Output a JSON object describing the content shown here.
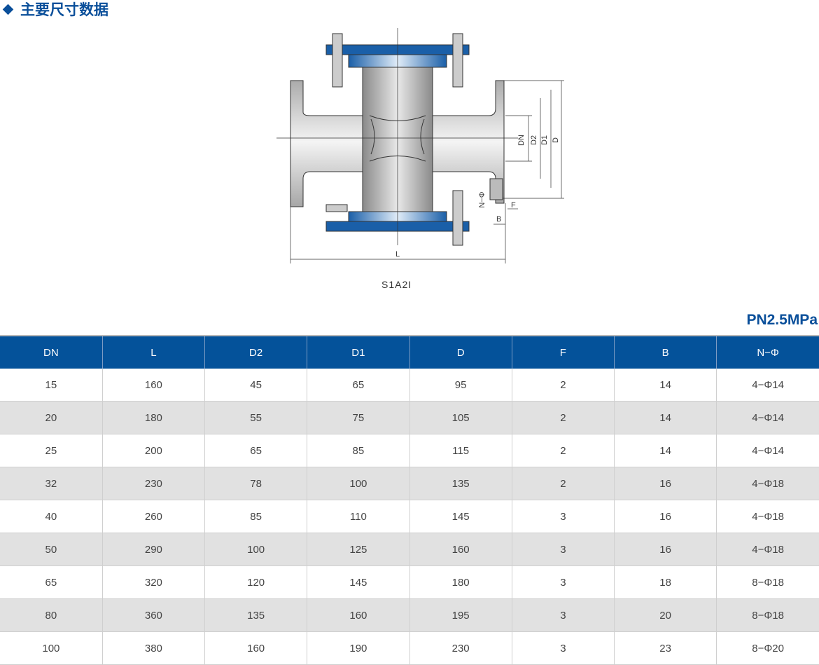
{
  "header": {
    "title": "主要尺寸数据"
  },
  "drawing": {
    "caption": "S1A2I",
    "labels": {
      "dn": "DN",
      "d2": "D2",
      "d1": "D1",
      "d": "D",
      "n_phi": "N−Φ",
      "f": "F",
      "b": "B",
      "l": "L"
    }
  },
  "pressure": "PN2.5MPa",
  "table": {
    "columns": [
      "DN",
      "L",
      "D2",
      "D1",
      "D",
      "F",
      "B",
      "N−Φ"
    ],
    "rows": [
      [
        "15",
        "160",
        "45",
        "65",
        "95",
        "2",
        "14",
        "4−Φ14"
      ],
      [
        "20",
        "180",
        "55",
        "75",
        "105",
        "2",
        "14",
        "4−Φ14"
      ],
      [
        "25",
        "200",
        "65",
        "85",
        "115",
        "2",
        "14",
        "4−Φ14"
      ],
      [
        "32",
        "230",
        "78",
        "100",
        "135",
        "2",
        "16",
        "4−Φ18"
      ],
      [
        "40",
        "260",
        "85",
        "110",
        "145",
        "3",
        "16",
        "4−Φ18"
      ],
      [
        "50",
        "290",
        "100",
        "125",
        "160",
        "3",
        "16",
        "4−Φ18"
      ],
      [
        "65",
        "320",
        "120",
        "145",
        "180",
        "3",
        "18",
        "8−Φ18"
      ],
      [
        "80",
        "360",
        "135",
        "160",
        "195",
        "3",
        "20",
        "8−Φ18"
      ],
      [
        "100",
        "380",
        "160",
        "190",
        "230",
        "3",
        "23",
        "8−Φ20"
      ]
    ]
  },
  "colors": {
    "accent": "#0a4f9a",
    "header_bg": "#04529a",
    "alt_row": "#e1e1e1"
  }
}
